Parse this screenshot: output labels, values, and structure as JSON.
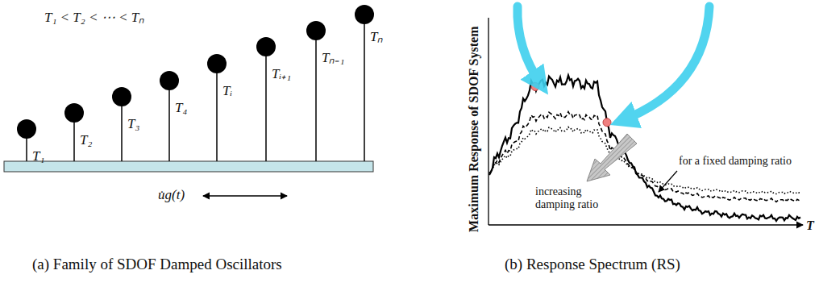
{
  "diagram": {
    "labels": [
      "T₁ < T₂ < ⋯ < Tₙ",
      "T₁",
      "T₂",
      "T₃",
      "T₄",
      "Tᵢ",
      "Tᵢ₊₁",
      "Tₙ₋₁",
      "Tₙ",
      "u̇g(t)",
      "(a) Family of SDOF Damped Oscillators",
      "Maximum Response of SDOF System",
      "T",
      "for a fixed damping ratio",
      "increasing damping ratio",
      "(b) Response Spectrum (RS)"
    ]
  }
}
